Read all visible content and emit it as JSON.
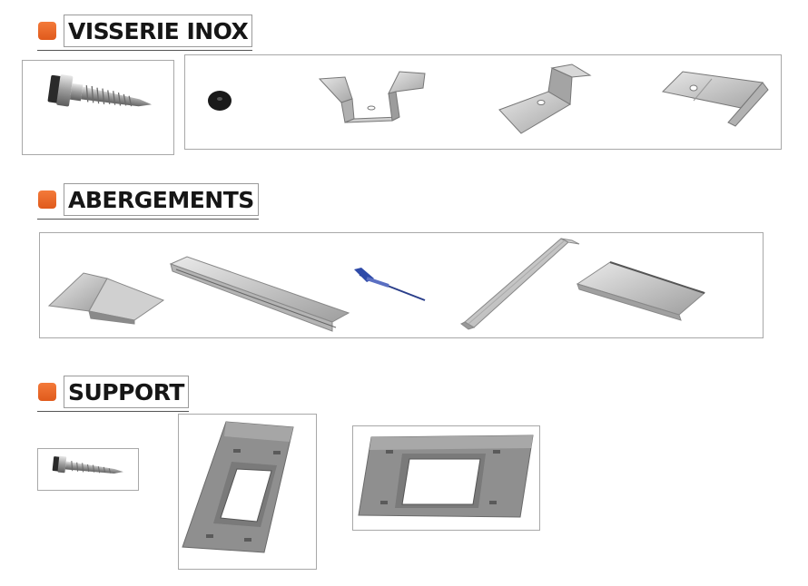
{
  "sections": [
    {
      "title": "VISSERIE INOX",
      "color": "#e8631f"
    },
    {
      "title": "ABERGEMENTS",
      "color": "#e8631f"
    },
    {
      "title": "SUPPORT",
      "color": "#e8631f"
    }
  ],
  "products": {
    "visserie": [
      "self-drilling-screw",
      "rubber-washer",
      "omega-bracket",
      "z-bracket",
      "flat-clip"
    ],
    "abergements": [
      "corner-flashing",
      "long-flashing-profile",
      "blind-rivet",
      "angle-flashing",
      "edge-flashing"
    ],
    "support": [
      "self-drilling-screw",
      "support-frame-portrait",
      "support-frame-landscape"
    ]
  }
}
